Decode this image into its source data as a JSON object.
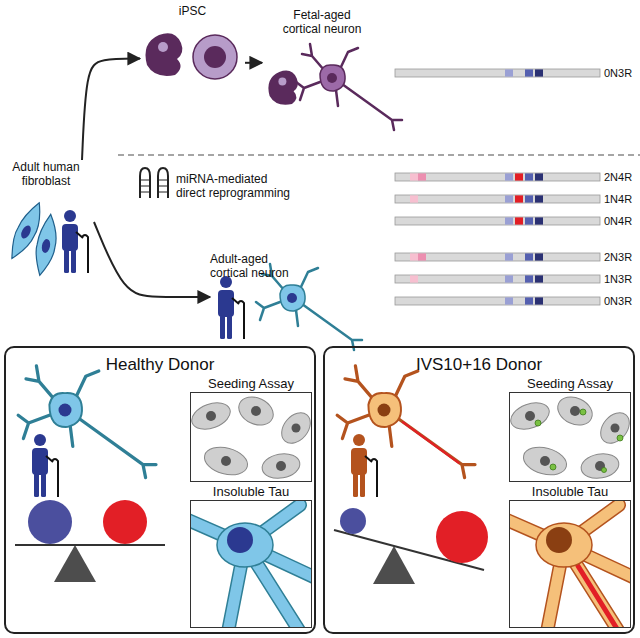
{
  "diagram": {
    "nodes": [
      {
        "text": [
          "Adult human fibroblast"
        ]
      },
      {
        "text": [
          "iPSC"
        ]
      },
      {
        "text": [
          "Fetal-aged cortical neuron"
        ]
      },
      {
        "text": [
          "Adult-aged cortical neuron"
        ]
      },
      {
        "text": [
          "Healthy Donor"
        ]
      },
      {
        "text": [
          "Seeding Assay"
        ],
        "in": 4
      },
      {
        "text": [
          "Insoluble Tau"
        ],
        "in": 4
      },
      {
        "text": [
          "IVS10+16 Donor"
        ]
      },
      {
        "text": [
          "Seeding Assay"
        ],
        "in": 7
      },
      {
        "text": [
          "Insoluble Tau"
        ],
        "in": 7
      }
    ],
    "edges": [
      {
        "from": 0,
        "to": 1,
        "arrow": "to"
      },
      {
        "from": 1,
        "to": 2,
        "arrow": "to"
      },
      {
        "from": 0,
        "to": 3,
        "label": "miRNA-mediated direct reprogramming",
        "arrow": "to"
      }
    ],
    "labels": [
      "0N3R",
      "2N4R",
      "1N4R",
      "0N4R",
      "2N3R",
      "1N3R",
      "0N3R"
    ]
  }
}
